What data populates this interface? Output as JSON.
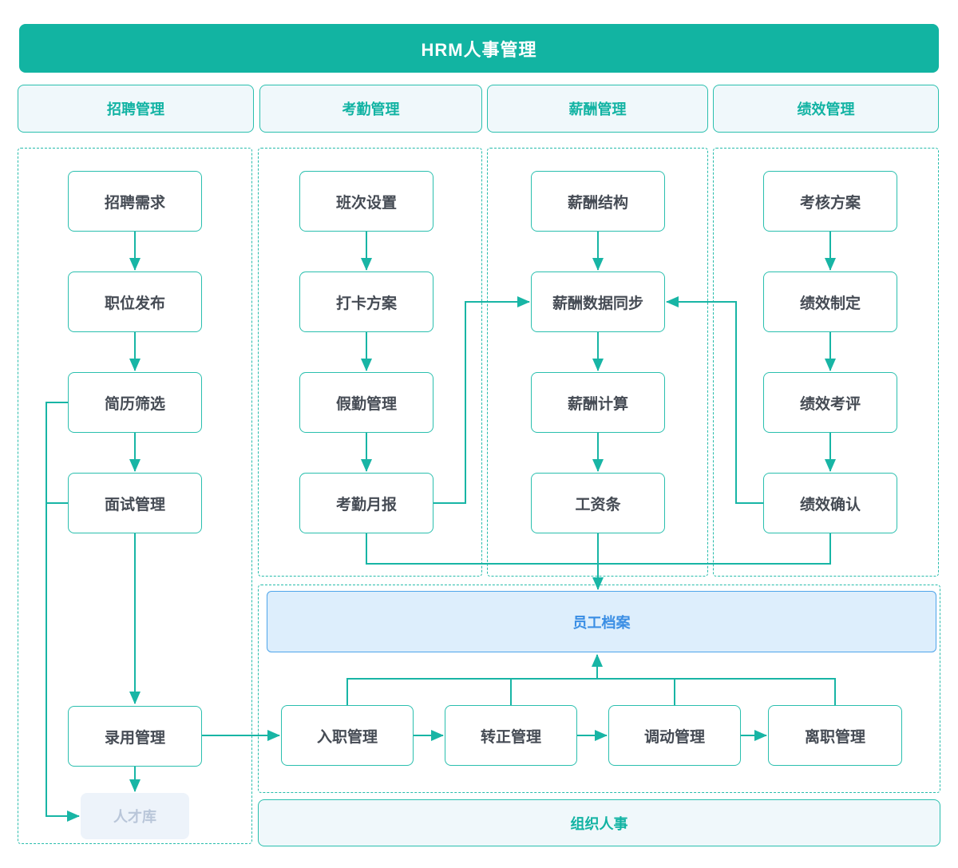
{
  "banner": {
    "title": "HRM人事管理"
  },
  "columns": [
    {
      "header": "招聘管理",
      "nodes": [
        "招聘需求",
        "职位发布",
        "简历筛选",
        "面试管理",
        "录用管理"
      ],
      "pool": "人才库"
    },
    {
      "header": "考勤管理",
      "nodes": [
        "班次设置",
        "打卡方案",
        "假勤管理",
        "考勤月报"
      ]
    },
    {
      "header": "薪酬管理",
      "nodes": [
        "薪酬结构",
        "薪酬数据同步",
        "薪酬计算",
        "工资条"
      ]
    },
    {
      "header": "绩效管理",
      "nodes": [
        "考核方案",
        "绩效制定",
        "绩效考评",
        "绩效确认"
      ]
    }
  ],
  "archive": {
    "label": "员工档案"
  },
  "lifecycle": {
    "nodes": [
      "入职管理",
      "转正管理",
      "调动管理",
      "离职管理"
    ]
  },
  "footer": {
    "label": "组织人事"
  },
  "colors": {
    "teal_banner": "#12b4a2",
    "node_border": "#2abfae",
    "connector": "#18b5a5",
    "header_bg": "#f0f8fb",
    "header_text": "#12b3a3",
    "node_text": "#454b54",
    "archive_bg": "#ddeefc",
    "archive_border": "#4ea5ea",
    "archive_text": "#3a8ee4",
    "pool_bg": "#edf3fa",
    "pool_text": "#b9c6d9"
  }
}
